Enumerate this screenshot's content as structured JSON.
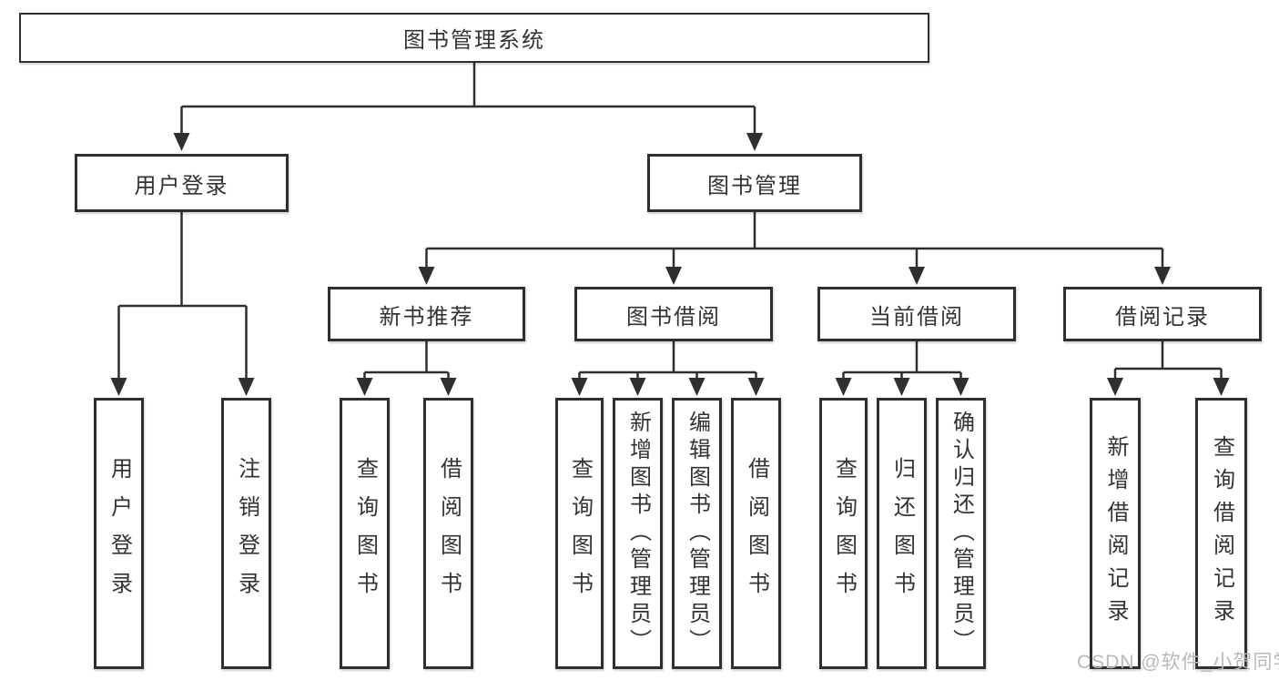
{
  "diagram": {
    "tree": {
      "label": "图书管理系统",
      "children": [
        {
          "label": "用户登录",
          "children": [
            {
              "label": "用户登录"
            },
            {
              "label": "注销登录"
            }
          ]
        },
        {
          "label": "图书管理",
          "children": [
            {
              "label": "新书推荐",
              "children": [
                {
                  "label": "查询图书"
                },
                {
                  "label": "借阅图书"
                }
              ]
            },
            {
              "label": "图书借阅",
              "children": [
                {
                  "label": "查询图书"
                },
                {
                  "label": "新增图书（管理员）"
                },
                {
                  "label": "编辑图书（管理员）"
                },
                {
                  "label": "借阅图书"
                }
              ]
            },
            {
              "label": "当前借阅",
              "children": [
                {
                  "label": "查询图书"
                },
                {
                  "label": "归还图书"
                },
                {
                  "label": "确认归还（管理员）"
                }
              ]
            },
            {
              "label": "借阅记录",
              "children": [
                {
                  "label": "新增借阅记录"
                },
                {
                  "label": "查询借阅记录"
                }
              ]
            }
          ]
        }
      ]
    },
    "colors": {
      "line": "#2f2f2f",
      "box_border": "#2f2f2f",
      "box_background": "#ffffff",
      "text": "#333333",
      "watermark": "#b9b9b9"
    }
  },
  "watermark": {
    "text": "CSDN @软件_小贺同学"
  }
}
